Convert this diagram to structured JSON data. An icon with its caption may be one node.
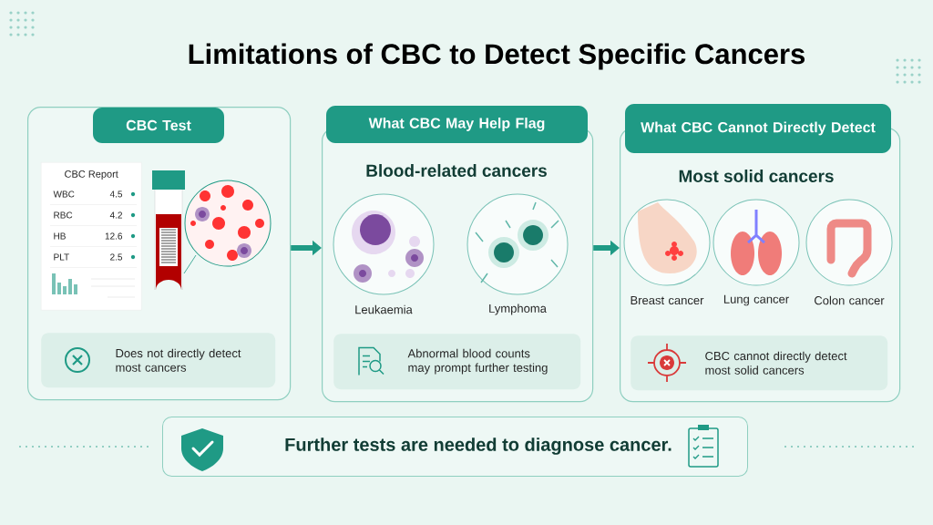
{
  "diagram": {
    "title": "Limitations of CBC to Detect Specific Cancers",
    "nodes": [
      {
        "text": [
          "CBC Test"
        ]
      },
      {
        "text": [
          "CBC Report"
        ],
        "in": 0
      },
      {
        "text": [
          "Does not directly detect most cancers"
        ],
        "in": 0
      },
      {
        "text": [
          "What CBC May Help Flag",
          "Blood-related cancers"
        ]
      },
      {
        "text": [],
        "shape": "circle",
        "beside": [
          "Leukaemia"
        ],
        "in": 3
      },
      {
        "text": [],
        "shape": "circle",
        "beside": [
          "Lymphoma"
        ],
        "in": 3
      },
      {
        "text": [
          "Abnormal blood counts may prompt further testing"
        ],
        "in": 3
      },
      {
        "text": [
          "What CBC Cannot Directly Detect",
          "Most solid cancers"
        ]
      },
      {
        "text": [],
        "shape": "circle",
        "beside": [
          "Breast cancer"
        ],
        "in": 7
      },
      {
        "text": [],
        "shape": "circle",
        "beside": [
          "Lung cancer"
        ],
        "in": 7
      },
      {
        "text": [],
        "shape": "circle",
        "beside": [
          "Colon cancer"
        ],
        "in": 7
      },
      {
        "text": [
          "CBC cannot directly detect most solid cancers"
        ],
        "in": 7
      },
      {
        "text": [
          "Further tests are needed to diagnose cancer."
        ]
      }
    ],
    "edges": [
      {
        "from": 0,
        "to": 3,
        "arrow": "to"
      },
      {
        "from": 3,
        "to": 7,
        "arrow": "to"
      }
    ],
    "labels": [
      "WBC",
      "4.5",
      "RBC",
      "4.2",
      "HB",
      "12.6",
      "PLT",
      "2.5"
    ]
  }
}
